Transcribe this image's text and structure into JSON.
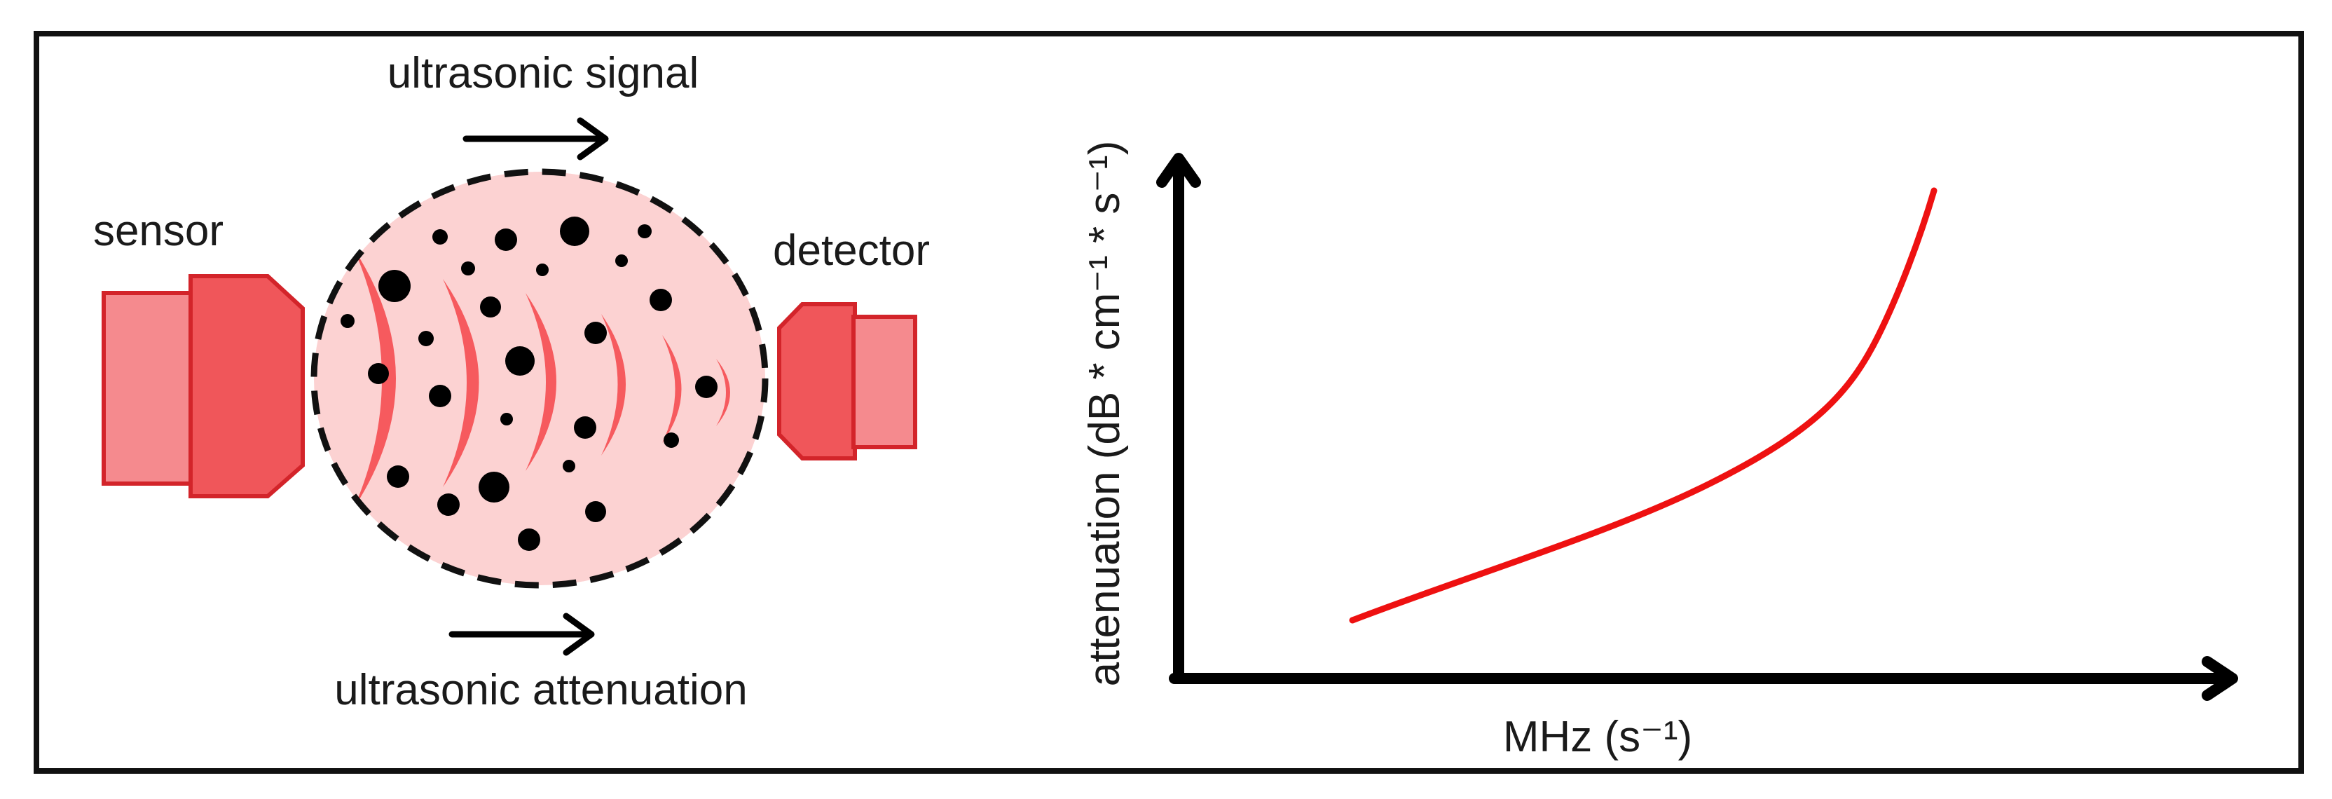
{
  "diagram": {
    "labels": {
      "top_arrow": "ultrasonic signal",
      "bottom_arrow": "ultrasonic attenuation",
      "sensor": "sensor",
      "detector": "detector"
    },
    "colors": {
      "frame": "#111111",
      "sample_fill": "#fcd2d2",
      "transducer_dark": "#f0565a",
      "transducer_light": "#f58a8e",
      "transducer_stroke": "#d3242a",
      "wave": "#f65a5e",
      "particles": "#000000",
      "curve": "#ee1111"
    }
  },
  "graph": {
    "x_label": "MHz (s⁻¹)",
    "y_label": "attenuation (dB * cm⁻¹ * s⁻¹)"
  }
}
